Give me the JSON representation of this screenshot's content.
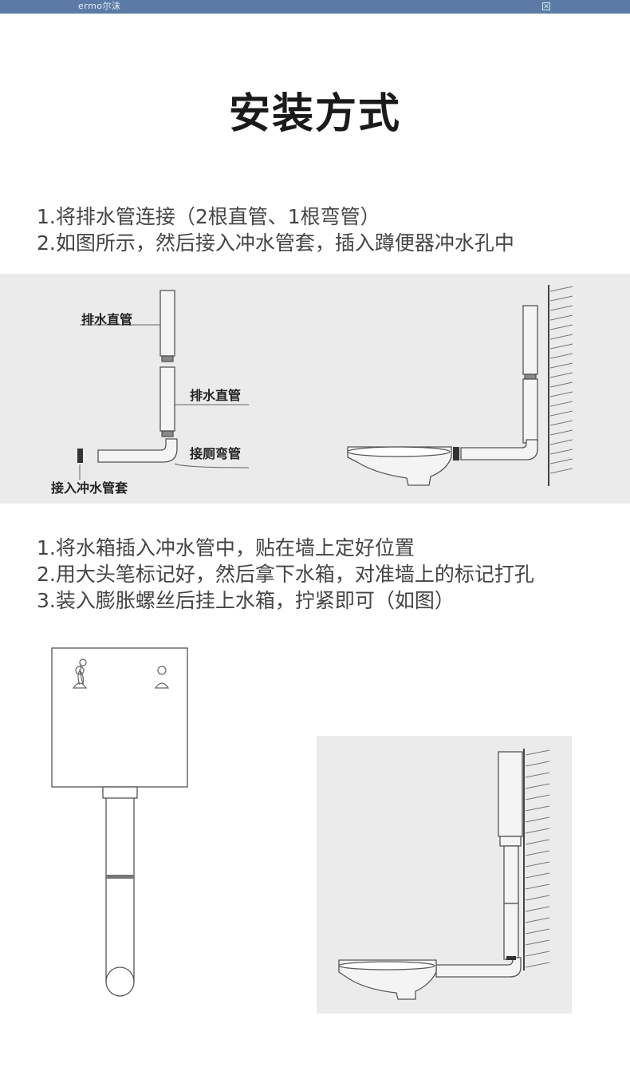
{
  "header": {
    "brand": "ermo尔沫",
    "close_icon": "close-icon"
  },
  "title": "安装方式",
  "section1": {
    "steps": [
      "1.将排水管连接（2根直管、1根弯管）",
      "2.如图所示，然后接入冲水管套，插入蹲便器冲水孔中"
    ],
    "labels": {
      "straight_pipe_1": "排水直管",
      "straight_pipe_2": "排水直管",
      "elbow_pipe": "接厕弯管",
      "flush_sleeve": "接入冲水管套"
    }
  },
  "section2": {
    "steps": [
      "1.将水箱插入冲水管中，贴在墙上定好位置",
      "2.用大头笔标记好，然后拿下水箱，对准墙上的标记打孔",
      "3.装入膨胀螺丝后挂上水箱，拧紧即可（如图）"
    ]
  },
  "colors": {
    "topbar": "#5b7ba6",
    "panel": "#ebebeb",
    "line": "#555555"
  }
}
